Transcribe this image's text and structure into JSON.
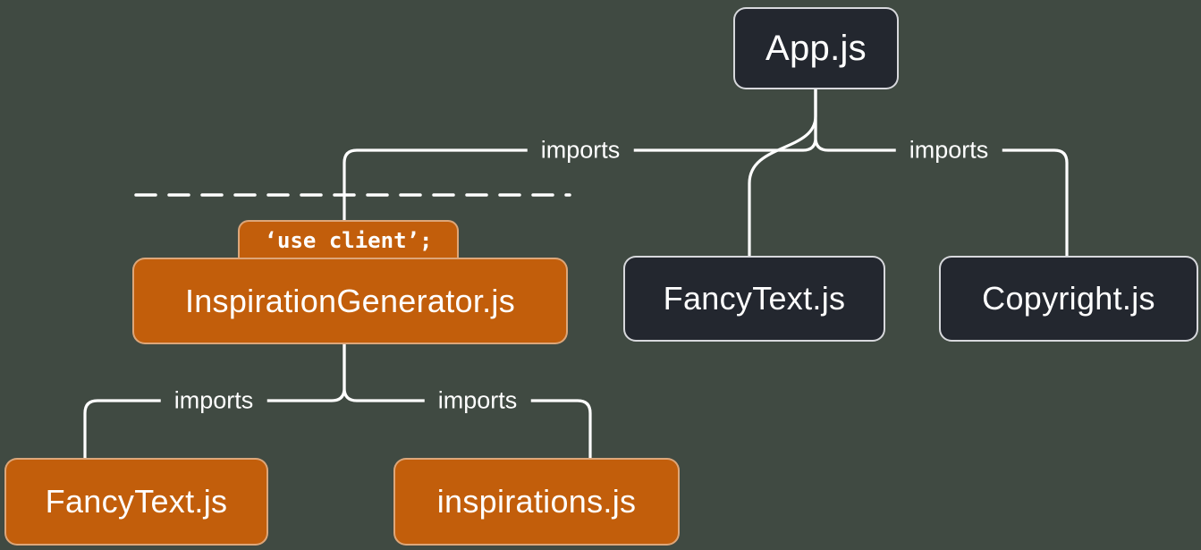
{
  "diagram_title": "module dependency tree with use client boundary",
  "colors": {
    "background": "#404A42",
    "server_node": "#23272F",
    "client_node": "#C25E0B",
    "edge_line": "#FFFFFF"
  },
  "nodes": {
    "app": {
      "label": "App.js",
      "type": "server"
    },
    "inspiration_generator": {
      "label": "InspirationGenerator.js",
      "directive": "‘use client’;",
      "type": "client"
    },
    "fancytext_server": {
      "label": "FancyText.js",
      "type": "server"
    },
    "copyright": {
      "label": "Copyright.js",
      "type": "server"
    },
    "fancytext_client": {
      "label": "FancyText.js",
      "type": "client"
    },
    "inspirations": {
      "label": "inspirations.js",
      "type": "client"
    }
  },
  "edges": {
    "app_to_inspiration_label": "imports",
    "app_to_copyright_label": "imports",
    "ig_to_fancytext_label": "imports",
    "ig_to_inspirations_label": "imports"
  }
}
